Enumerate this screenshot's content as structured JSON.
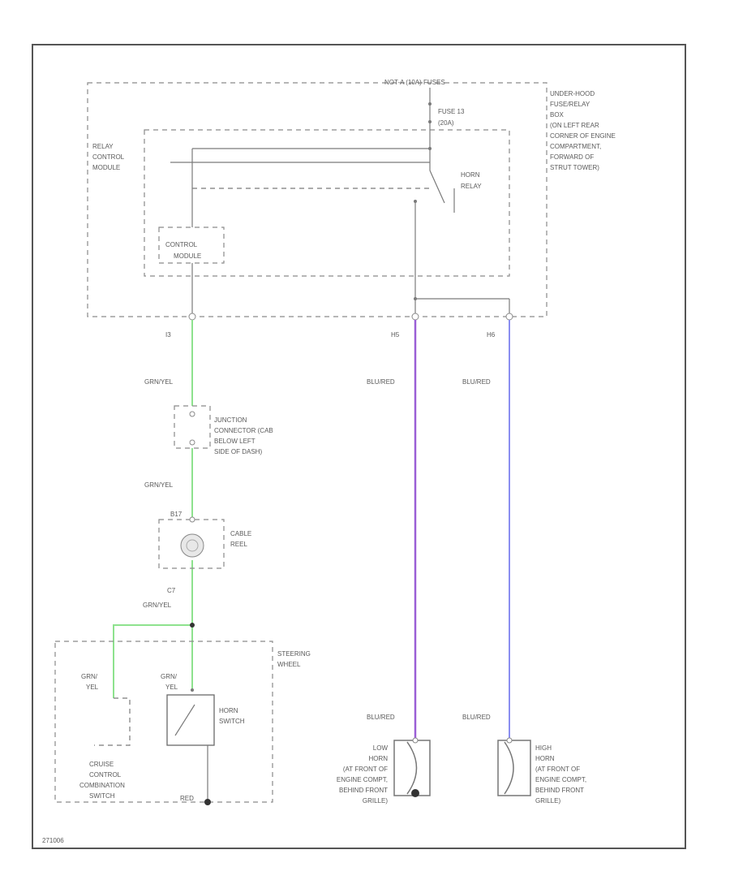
{
  "colors": {
    "green_wire": "#8ee28e",
    "purple_wire": "#9a5fd6",
    "blue_wire": "#8a8ef0",
    "line_gray": "#7a7a7a"
  },
  "labels": {
    "under_hood_fuses": "NOT-A (10A) FUSES",
    "fuse_label_1": "FUSE 13",
    "fuse_label_2": "(20A)",
    "fuse_box": [
      "UNDER-HOOD",
      "FUSE/RELAY",
      "BOX",
      "(ON LEFT REAR",
      "CORNER OF ENGINE",
      "COMPARTMENT,",
      "FORWARD OF",
      "STRUT TOWER)"
    ],
    "relay_module": [
      "RELAY",
      "CONTROL",
      "MODULE"
    ],
    "horn_relay": [
      "HORN",
      "RELAY"
    ],
    "control_module": [
      "CONTROL",
      "MODULE"
    ],
    "pin_left": "I3",
    "pin_mid": "H5",
    "pin_right": "H6",
    "wire_gry_yel": "GRN/YEL",
    "wire_blu_red": "BLU/RED",
    "junction": [
      "JUNCTION",
      "CONNECTOR (CAB",
      "BELOW LEFT",
      "SIDE OF DASH)"
    ],
    "cable_reel_pin": "B17",
    "cable_reel": [
      "CABLE",
      "REEL"
    ],
    "pin_c7": "C7",
    "steering_wheel": [
      "STEERING",
      "WHEEL"
    ],
    "grn_yel_split": [
      "GRN/",
      "YEL"
    ],
    "horn_switch": [
      "HORN",
      "SWITCH"
    ],
    "cruise": [
      "CRUISE",
      "CONTROL",
      "COMBINATION",
      "SWITCH"
    ],
    "ground_pin": "RED",
    "low_horn": [
      "LOW",
      "HORN",
      "(AT FRONT OF",
      "ENGINE COMPT,",
      "BEHIND FRONT",
      "GRILLE)"
    ],
    "high_horn": [
      "HIGH",
      "HORN",
      "(AT FRONT OF",
      "ENGINE COMPT,",
      "BEHIND FRONT",
      "GRILLE)"
    ],
    "figure_id": "271006"
  }
}
